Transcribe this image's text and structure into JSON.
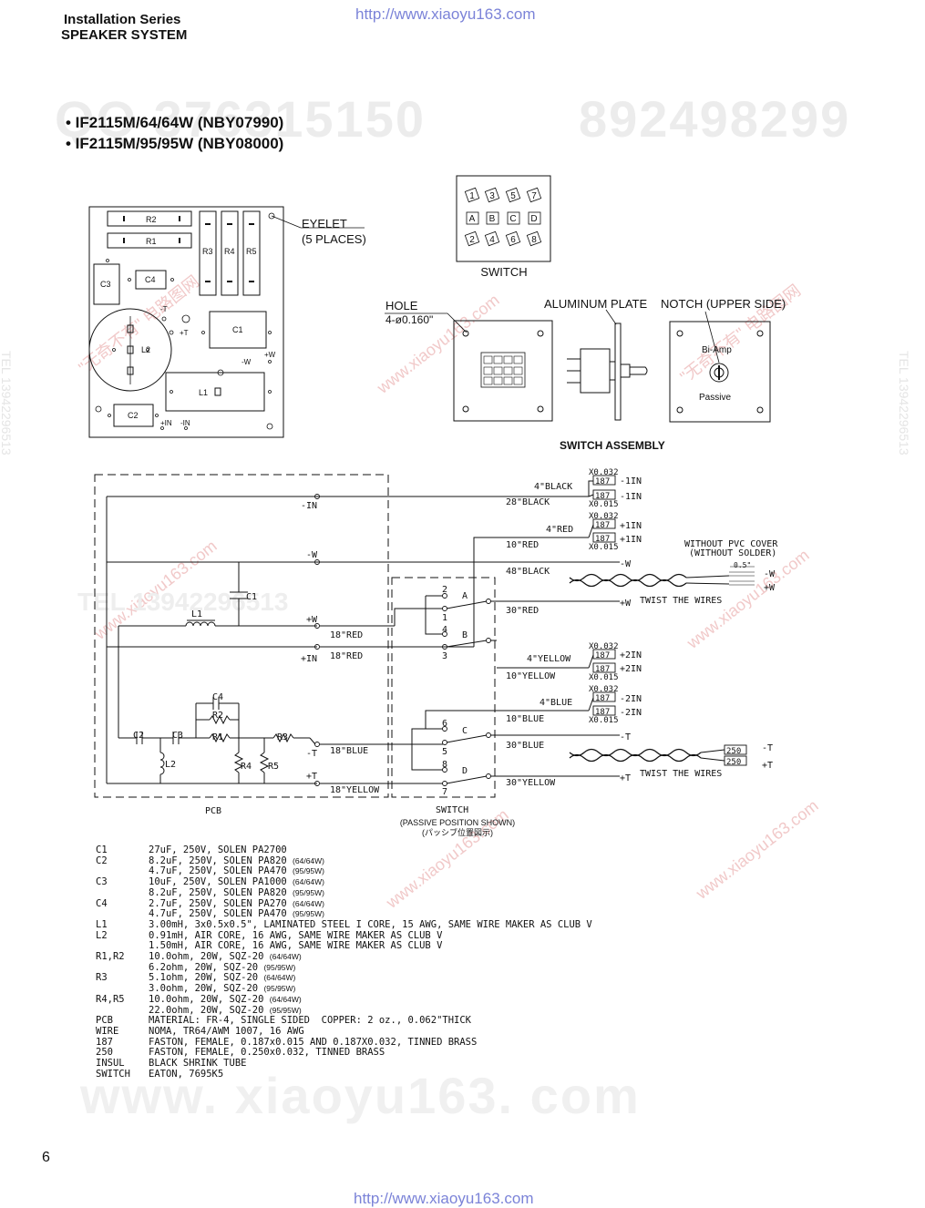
{
  "header": {
    "series": "Installation Series",
    "system": "SPEAKER SYSTEM"
  },
  "watermark": {
    "url": "http://www.xiaoyu163.com",
    "qq": "QQ 376315150",
    "num": "892498299",
    "site": "www. xiaoyu163. com",
    "tel": "TEL 13942296513",
    "cn_a": "\"无奇不有\" 电路图网",
    "cn_b": "www.xiaoyu163.com"
  },
  "models": [
    "• IF2115M/64/64W (NBY07990)",
    "• IF2115M/95/95W (NBY08000)"
  ],
  "pcb_layout": {
    "labels": {
      "r2": "R2",
      "r1": "R1",
      "r3": "R3",
      "r4": "R4",
      "r5": "R5",
      "c3": "C3",
      "c4": "C4",
      "c1": "C1",
      "l2": "L2",
      "l1": "L1",
      "c2": "C2",
      "mt": "-T",
      "pt": "+T",
      "pw": "+W",
      "mw": "-W",
      "pin": "+IN",
      "min": "-IN"
    },
    "eyelet": "EYELET",
    "eyelet_count": "(5 PLACES)"
  },
  "switch_top": {
    "numbers_top": [
      "1",
      "3",
      "5",
      "7"
    ],
    "letters": [
      "A",
      "B",
      "C",
      "D"
    ],
    "numbers_bottom": [
      "2",
      "4",
      "6",
      "8"
    ],
    "caption": "SWITCH"
  },
  "assembly": {
    "hole": "HOLE",
    "hole_size": "4-ø0.160\"",
    "aluminum": "ALUMINUM PLATE",
    "notch": "NOTCH (UPPER SIDE)",
    "biamp": "Bi-Amp",
    "passive": "Passive",
    "caption": "SWITCH ASSEMBLY"
  },
  "schematic": {
    "pcb": "PCB",
    "switch": "SWITCH",
    "switch_note": "(PASSIVE POSITION SHOWN)",
    "switch_note_jp": "(パッシブ位置図示)",
    "nodes": {
      "min": "-IN",
      "mw": "-W",
      "pw": "+W",
      "pin": "+IN",
      "mt": "-T",
      "pt": "+T"
    },
    "comps": {
      "c1": "C1",
      "l1": "L1",
      "c4": "C4",
      "r2": "R2",
      "c2": "C2",
      "c3": "C3",
      "r1": "R1",
      "r3": "R3",
      "l2": "L2",
      "r4": "R4",
      "r5": "R5"
    },
    "sw_pins": {
      "a": "A",
      "b": "B",
      "c": "C",
      "d": "D",
      "p1": "1",
      "p2": "2",
      "p3": "3",
      "p4": "4",
      "p5": "5",
      "p6": "6",
      "p7": "7",
      "p8": "8"
    },
    "wires": {
      "black4": "4\"BLACK",
      "black28": "28\"BLACK",
      "red4": "4\"RED",
      "red10": "10\"RED",
      "black48": "48\"BLACK",
      "red30": "30\"RED",
      "red18a": "18\"RED",
      "red18b": "18\"RED",
      "yellow4": "4\"YELLOW",
      "yellow10": "10\"YELLOW",
      "blue4": "4\"BLUE",
      "blue10": "10\"BLUE",
      "blue30": "30\"BLUE",
      "blue18": "18\"BLUE",
      "yellow18": "18\"YELLOW",
      "yellow30": "30\"YELLOW"
    },
    "terminals": {
      "t187": "187",
      "t250": "250",
      "x032": "X0.032",
      "x015": "X0.015",
      "m1in": "-1IN",
      "p1in": "+1IN",
      "p2in": "+2IN",
      "m2in": "-2IN",
      "mw": "-W",
      "pw": "+W",
      "mt": "-T",
      "pt": "+T"
    },
    "twist": "TWIST THE WIRES",
    "pvc1": "WITHOUT PVC COVER",
    "pvc2": "(WITHOUT SOLDER)",
    "dim": "0.5\""
  },
  "parts": [
    {
      "ref": "C1",
      "lines": [
        {
          "t": "27uF, 250V, SOLEN PA2700",
          "n": ""
        }
      ]
    },
    {
      "ref": "C2",
      "lines": [
        {
          "t": "8.2uF, 250V, SOLEN PA820",
          "n": "(64/64W)"
        },
        {
          "t": "4.7uF, 250V, SOLEN PA470",
          "n": "(95/95W)"
        }
      ]
    },
    {
      "ref": "C3",
      "lines": [
        {
          "t": "10uF, 250V, SOLEN PA1000",
          "n": "(64/64W)"
        },
        {
          "t": "8.2uF, 250V, SOLEN PA820",
          "n": "(95/95W)"
        }
      ]
    },
    {
      "ref": "C4",
      "lines": [
        {
          "t": "2.7uF, 250V, SOLEN PA270",
          "n": "(64/64W)"
        },
        {
          "t": "4.7uF, 250V, SOLEN PA470",
          "n": "(95/95W)"
        }
      ]
    },
    {
      "ref": "L1",
      "lines": [
        {
          "t": "3.00mH, 3x0.5x0.5\", LAMINATED STEEL I CORE, 15 AWG, SAME WIRE MAKER AS CLUB V",
          "n": ""
        }
      ]
    },
    {
      "ref": "L2",
      "lines": [
        {
          "t": "0.91mH, AIR CORE, 16 AWG, SAME WIRE MAKER AS CLUB V",
          "n": ""
        },
        {
          "t": "1.50mH, AIR CORE, 16 AWG, SAME WIRE MAKER AS CLUB V",
          "n": ""
        }
      ]
    },
    {
      "ref": "R1,R2",
      "lines": [
        {
          "t": "10.0ohm, 20W, SQZ-20",
          "n": "(64/64W)"
        },
        {
          "t": "6.2ohm, 20W, SQZ-20",
          "n": "(95/95W)"
        }
      ]
    },
    {
      "ref": "R3",
      "lines": [
        {
          "t": "5.1ohm, 20W, SQZ-20",
          "n": "(64/64W)"
        },
        {
          "t": "3.0ohm, 20W, SQZ-20",
          "n": "(95/95W)"
        }
      ]
    },
    {
      "ref": "R4,R5",
      "lines": [
        {
          "t": "10.0ohm, 20W, SQZ-20",
          "n": "(64/64W)"
        },
        {
          "t": "22.0ohm, 20W, SQZ-20",
          "n": "(95/95W)"
        }
      ]
    },
    {
      "ref": "PCB",
      "lines": [
        {
          "t": "MATERIAL: FR-4, SINGLE SIDED  COPPER: 2 oz., 0.062\"THICK",
          "n": ""
        }
      ]
    },
    {
      "ref": "WIRE",
      "lines": [
        {
          "t": "NOMA, TR64/AWM 1007, 16 AWG",
          "n": ""
        }
      ]
    },
    {
      "ref": "187",
      "lines": [
        {
          "t": "FASTON, FEMALE, 0.187x0.015 AND 0.187X0.032, TINNED BRASS",
          "n": ""
        }
      ]
    },
    {
      "ref": "250",
      "lines": [
        {
          "t": "FASTON, FEMALE, 0.250x0.032, TINNED BRASS",
          "n": ""
        }
      ]
    },
    {
      "ref": "INSUL",
      "lines": [
        {
          "t": "BLACK SHRINK TUBE",
          "n": ""
        }
      ]
    },
    {
      "ref": "SWITCH",
      "lines": [
        {
          "t": "EATON, 7695K5",
          "n": ""
        }
      ]
    }
  ],
  "page_number": "6"
}
